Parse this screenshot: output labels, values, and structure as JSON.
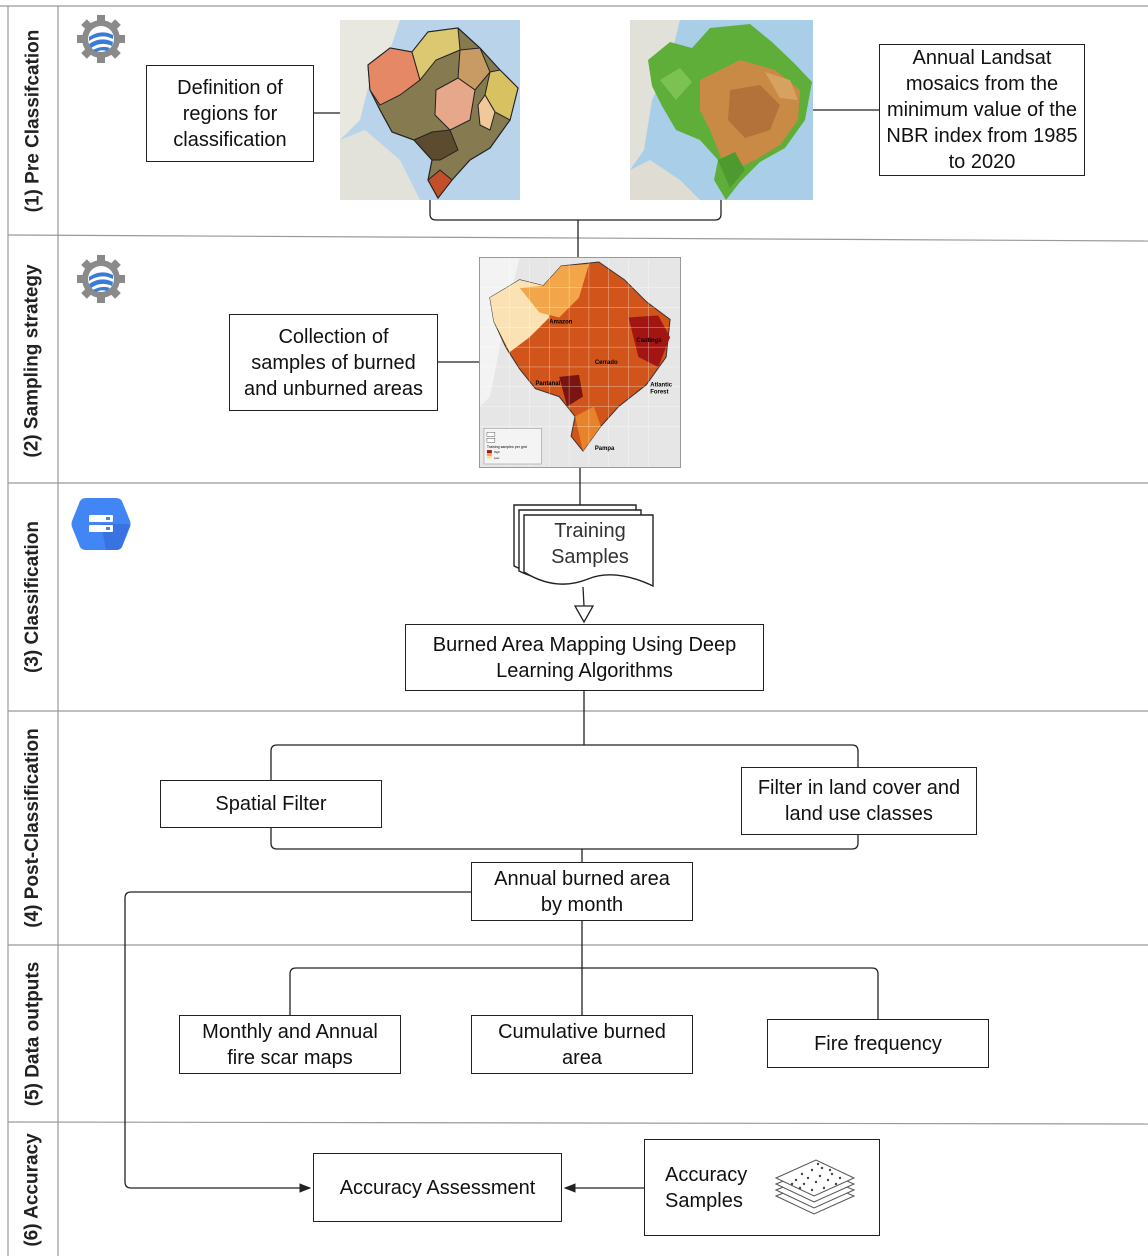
{
  "lanes": [
    {
      "label": "(1) Pre Classifcation"
    },
    {
      "label": "(2) Sampling strategy"
    },
    {
      "label": "(3) Classification"
    },
    {
      "label": "(4) Post-Classification"
    },
    {
      "label": "(5) Data outputs"
    },
    {
      "label": "(6) Accuracy"
    }
  ],
  "boxes": {
    "regions": "Definition of\nregions for\nclassification",
    "landsat": "Annual Landsat\nmosaics from the\nminimum value of the\nNBR index from 1985\nto 2020",
    "collection": "Collection of\nsamples of burned\nand unburned areas",
    "training": "Training\nSamples",
    "deep_learning": "Burned Area Mapping Using Deep\nLearning Algorithms",
    "spatial_filter": "Spatial Filter",
    "landcover_filter": "Filter in land cover and\nland use classes",
    "annual_burned": "Annual burned area\nby month",
    "fire_scar": "Monthly and Annual\nfire scar maps",
    "cumulative": "Cumulative burned\narea",
    "frequency": "Fire frequency",
    "accuracy_assessment": "Accuracy Assessment",
    "accuracy_samples": "Accuracy\nSamples"
  },
  "map_labels": {
    "amazon": "Amazon",
    "caatinga": "Caatinga",
    "cerrado": "Cerrado",
    "pantanal": "Pantanal",
    "atlantic": "Atlantic",
    "forest": "Forest",
    "pampa": "Pampa",
    "legend_title": "Training samples per grid",
    "legend_high": "High",
    "legend_low": "Low"
  },
  "icons": {
    "earth_engine_1": "earth-engine-gear-icon",
    "earth_engine_2": "earth-engine-gear-icon",
    "cloud_storage": "cloud-storage-hexagon-icon",
    "accuracy_points": "stacked-sample-grid-icon"
  },
  "colors": {
    "line": "#222222",
    "lane_border": "#999999",
    "gear": "#8a8a8a",
    "globe_blue": "#3a7bd5",
    "hex_blue": "#4285f4"
  }
}
